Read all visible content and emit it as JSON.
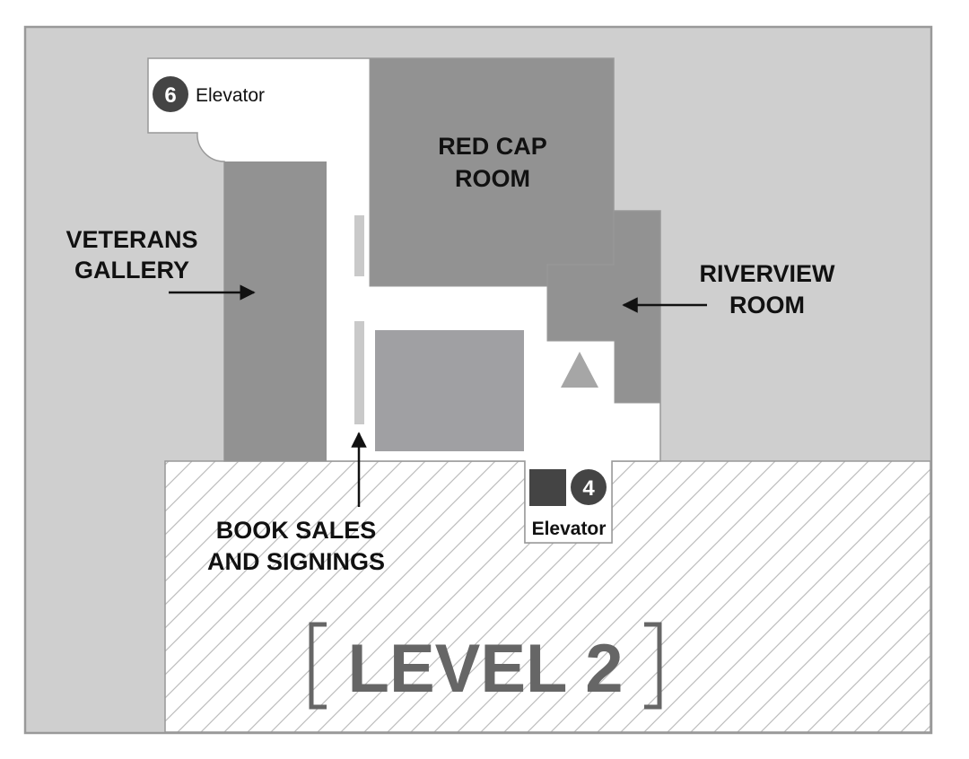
{
  "map": {
    "level_label": "LEVEL 2",
    "colors": {
      "background": "#ffffff",
      "outer_area": "#cfcfcf",
      "hatched_area": "#ffffff",
      "hatch_lines": "#bdbdbd",
      "outline": "#999999",
      "room_dark": "#929292",
      "room_mid": "#a0a0a3",
      "sales_table": "#c9c9c9",
      "marker_fill": "#444444",
      "elevator_square": "#444444",
      "level_text": "#666666",
      "triangle": "#a6a6a6"
    },
    "rooms": {
      "red_cap_room": {
        "line1": "RED CAP",
        "line2": "ROOM"
      },
      "riverview_room": {
        "line1": "RIVERVIEW",
        "line2": "ROOM"
      },
      "veterans_gallery": {
        "line1": "VETERANS",
        "line2": "GALLERY"
      },
      "book_sales": {
        "line1": "BOOK SALES",
        "line2": "AND SIGNINGS"
      }
    },
    "elevators": [
      {
        "number": "6",
        "label": "Elevator"
      },
      {
        "number": "4",
        "label": "Elevator"
      }
    ]
  }
}
